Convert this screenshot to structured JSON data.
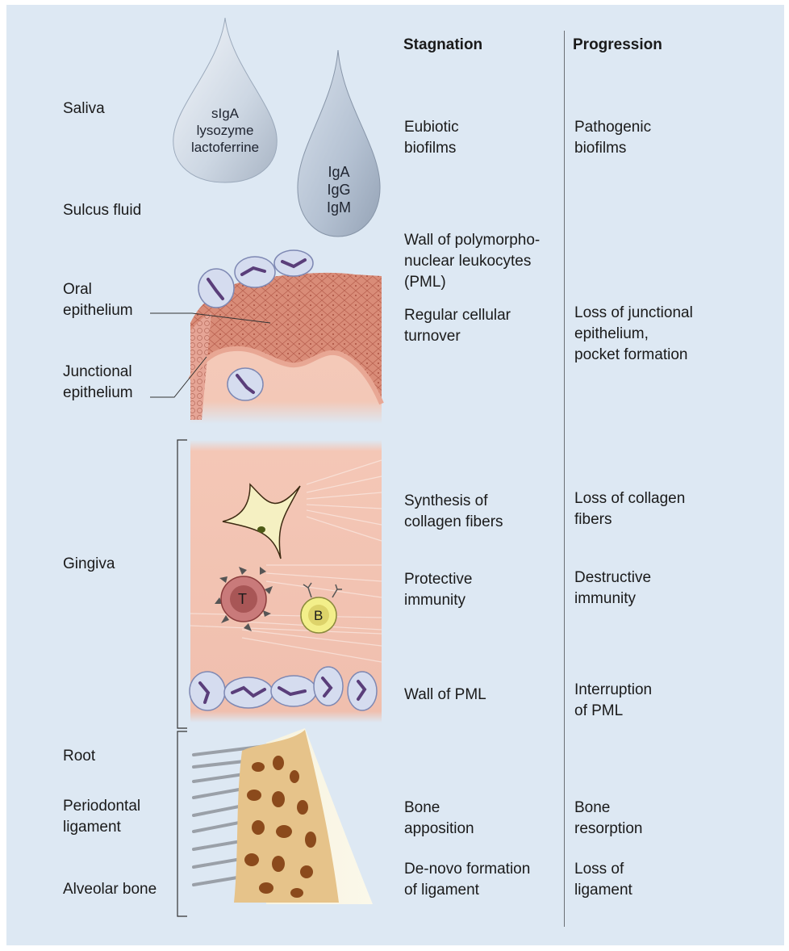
{
  "headers": {
    "stagnation": "Stagnation",
    "progression": "Progression"
  },
  "drops": {
    "saliva": [
      "sIgA",
      "lysozyme",
      "lactoferrine"
    ],
    "sulcus": [
      "IgA",
      "IgG",
      "IgM"
    ]
  },
  "left_labels": {
    "saliva": [
      "Saliva"
    ],
    "sulcus_fluid": [
      "Sulcus fluid"
    ],
    "oral_epithelium": [
      "Oral",
      "epithelium"
    ],
    "junctional_epithelium": [
      "Junctional",
      "epithelium"
    ],
    "gingiva": [
      "Gingiva"
    ],
    "root": [
      "Root"
    ],
    "periodontal_ligament": [
      "Periodontal",
      "ligament"
    ],
    "alveolar_bone": [
      "Alveolar bone"
    ]
  },
  "cell_labels": {
    "t_cell": "T",
    "b_cell": "B"
  },
  "stagnation": {
    "biofilms": [
      "Eubiotic",
      "biofilms"
    ],
    "pml_wall": [
      "Wall of polymorpho-",
      "nuclear leukocytes",
      "(PML)"
    ],
    "turnover": [
      "Regular cellular",
      "turnover"
    ],
    "collagen": [
      "Synthesis of",
      "collagen fibers"
    ],
    "immunity": [
      "Protective",
      "immunity"
    ],
    "wall_pml": [
      "Wall of PML"
    ],
    "bone": [
      "Bone",
      "apposition"
    ],
    "ligament": [
      "De-novo formation",
      "of ligament"
    ]
  },
  "progression": {
    "biofilms": [
      "Pathogenic",
      "biofilms"
    ],
    "junctional": [
      "Loss of junctional",
      "epithelium,",
      "pocket formation"
    ],
    "collagen": [
      "Loss of collagen",
      "fibers"
    ],
    "immunity": [
      "Destructive",
      "immunity"
    ],
    "pml": [
      "Interruption",
      "of PML"
    ],
    "bone": [
      "Bone",
      "resorption"
    ],
    "ligament": [
      "Loss of",
      "ligament"
    ]
  }
}
